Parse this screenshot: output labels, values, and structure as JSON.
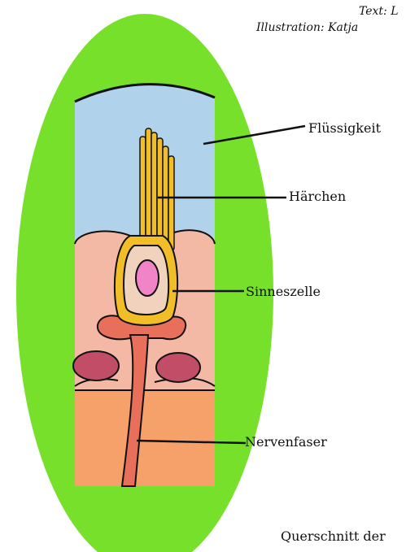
{
  "credits": {
    "text": "Text: L",
    "illustration": "Illustration: Katja"
  },
  "labels": {
    "fluessigkeit": "Flüssigkeit",
    "haerchen": "Härchen",
    "sinneszelle": "Sinneszelle",
    "nervenfaser": "Nervenfaser"
  },
  "caption": "Querschnitt der",
  "colors": {
    "outer_ellipse": "#76e02b",
    "fluid": "#b0d2ea",
    "tissue": "#f3b9a5",
    "base_layer": "#f6a06a",
    "hair_cell": "#f2be28",
    "cell_interior": "#f1d3bd",
    "nucleus": "#f184c6",
    "nerve": "#e8705a",
    "support_nuclei": "#c14e66"
  }
}
